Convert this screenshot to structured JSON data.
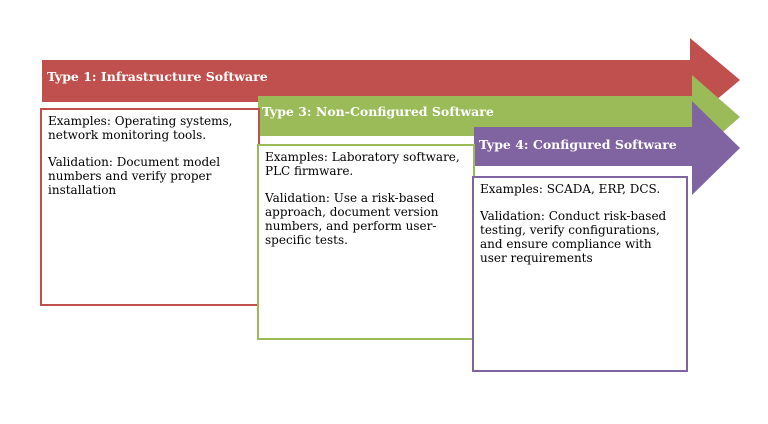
{
  "colors": {
    "type1": "#c0504d",
    "type3": "#9bbb59",
    "type4": "#8064a2"
  },
  "types": [
    {
      "title": "Type 1: Infrastructure Software",
      "examples": "Examples: Operating systems, network monitoring tools.",
      "validation": "Validation: Document model numbers and verify proper installation"
    },
    {
      "title": "Type 3: Non-Configured Software",
      "examples": "Examples: Laboratory software, PLC firmware.",
      "validation": "Validation: Use a risk-based approach, document version numbers, and perform user-specific tests."
    },
    {
      "title": "Type 4: Configured Software",
      "examples": "Examples: SCADA, ERP, DCS.",
      "validation": "Validation: Conduct risk-based testing, verify configurations, and ensure compliance with user requirements"
    }
  ]
}
